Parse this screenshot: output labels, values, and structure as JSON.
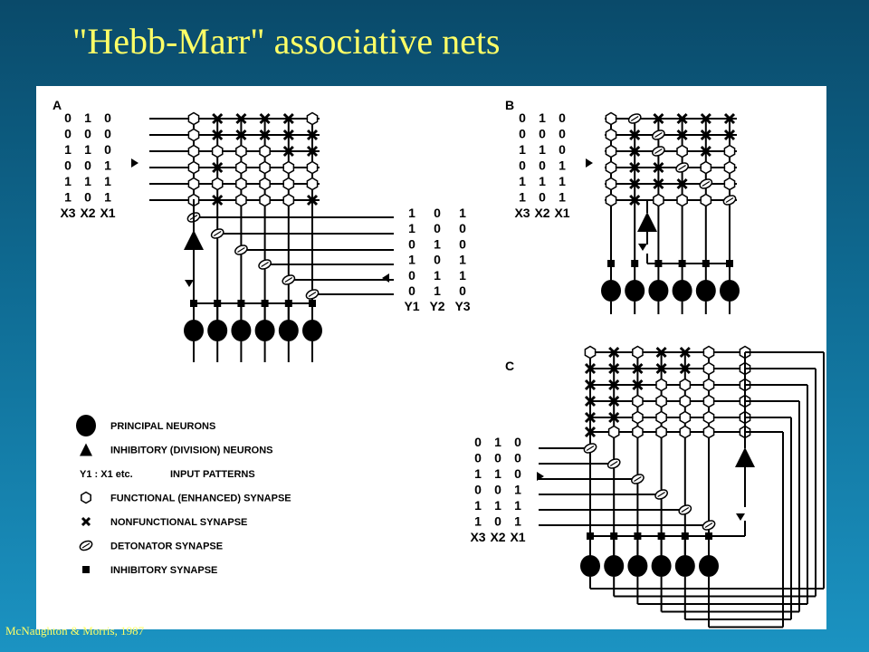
{
  "title": "\"Hebb-Marr\" associative nets",
  "credit": "McNaughton & Morris, 1987",
  "panels": {
    "a": "A",
    "b": "B",
    "c": "C"
  },
  "x_patterns": [
    [
      "0",
      "1",
      "0"
    ],
    [
      "0",
      "0",
      "0"
    ],
    [
      "1",
      "1",
      "0"
    ],
    [
      "0",
      "0",
      "1"
    ],
    [
      "1",
      "1",
      "1"
    ],
    [
      "1",
      "0",
      "1"
    ]
  ],
  "x_header": [
    "X3",
    "X2",
    "X1"
  ],
  "y_patterns": [
    [
      "1",
      "0",
      "1"
    ],
    [
      "1",
      "0",
      "0"
    ],
    [
      "0",
      "1",
      "0"
    ],
    [
      "1",
      "0",
      "1"
    ],
    [
      "0",
      "1",
      "1"
    ],
    [
      "0",
      "1",
      "0"
    ]
  ],
  "y_header": [
    "Y1",
    "Y2",
    "Y3"
  ],
  "legend": [
    {
      "symbol": "principal",
      "label": "PRINCIPAL NEURONS"
    },
    {
      "symbol": "inhibitory",
      "label": "INHIBITORY (DIVISION) NEURONS"
    },
    {
      "symbol": "text",
      "sym_text": "Y1  :  X1 etc.",
      "label": "INPUT PATTERNS"
    },
    {
      "symbol": "hexagon",
      "label": "FUNCTIONAL (ENHANCED) SYNAPSE"
    },
    {
      "symbol": "cross",
      "label": "NONFUNCTIONAL SYNAPSE"
    },
    {
      "symbol": "detonator",
      "label": "DETONATOR SYNAPSE"
    },
    {
      "symbol": "square",
      "label": "INHIBITORY SYNAPSE"
    }
  ]
}
